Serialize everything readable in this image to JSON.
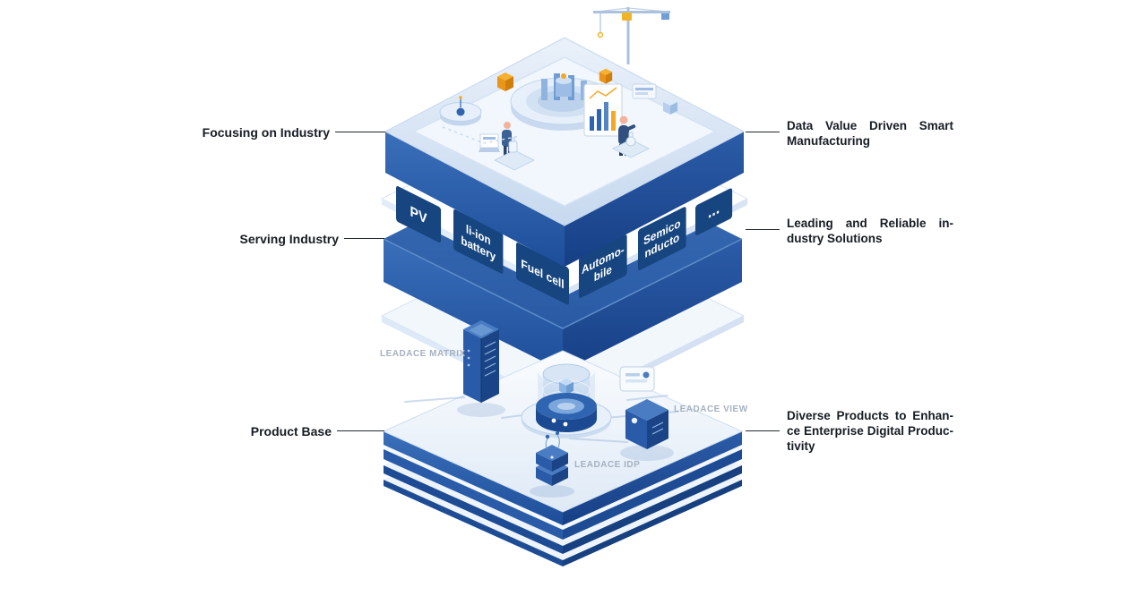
{
  "layers": {
    "top": {
      "left_label": "Focusing on Industry",
      "right_label_lines": [
        "Data Value Driven Smart",
        "Manufacturing"
      ]
    },
    "middle": {
      "left_label": "Serving Industry",
      "right_label_lines": [
        "Leading and Reliable in-",
        "dustry Solutions"
      ],
      "tiles": [
        {
          "label_lines": [
            "PV"
          ]
        },
        {
          "label_lines": [
            "li-ion",
            "battery"
          ]
        },
        {
          "label_lines": [
            "Fuel cell"
          ]
        },
        {
          "label_lines": [
            "Automo-",
            "bile"
          ]
        },
        {
          "label_lines": [
            "Semico",
            "nducto"
          ]
        },
        {
          "label_lines": [
            "..."
          ]
        }
      ]
    },
    "bottom": {
      "left_label": "Product Base",
      "right_label_lines": [
        "Diverse Products to Enhan-",
        "ce Enterprise Digital Produc-",
        "tivity"
      ],
      "product_labels": {
        "matrix": "LEADACE MATRIX",
        "view": "LEADACE VIEW",
        "idp": "LEADACE IDP"
      }
    }
  },
  "colors": {
    "deep_blue": "#1c4a92",
    "mid_blue": "#2f64b0",
    "tile_blue": "#17457f",
    "light_blue": "#dce8f6",
    "accent_orange": "#f5a623",
    "label_text": "#171c24",
    "muted_label": "#a5b1c2"
  }
}
